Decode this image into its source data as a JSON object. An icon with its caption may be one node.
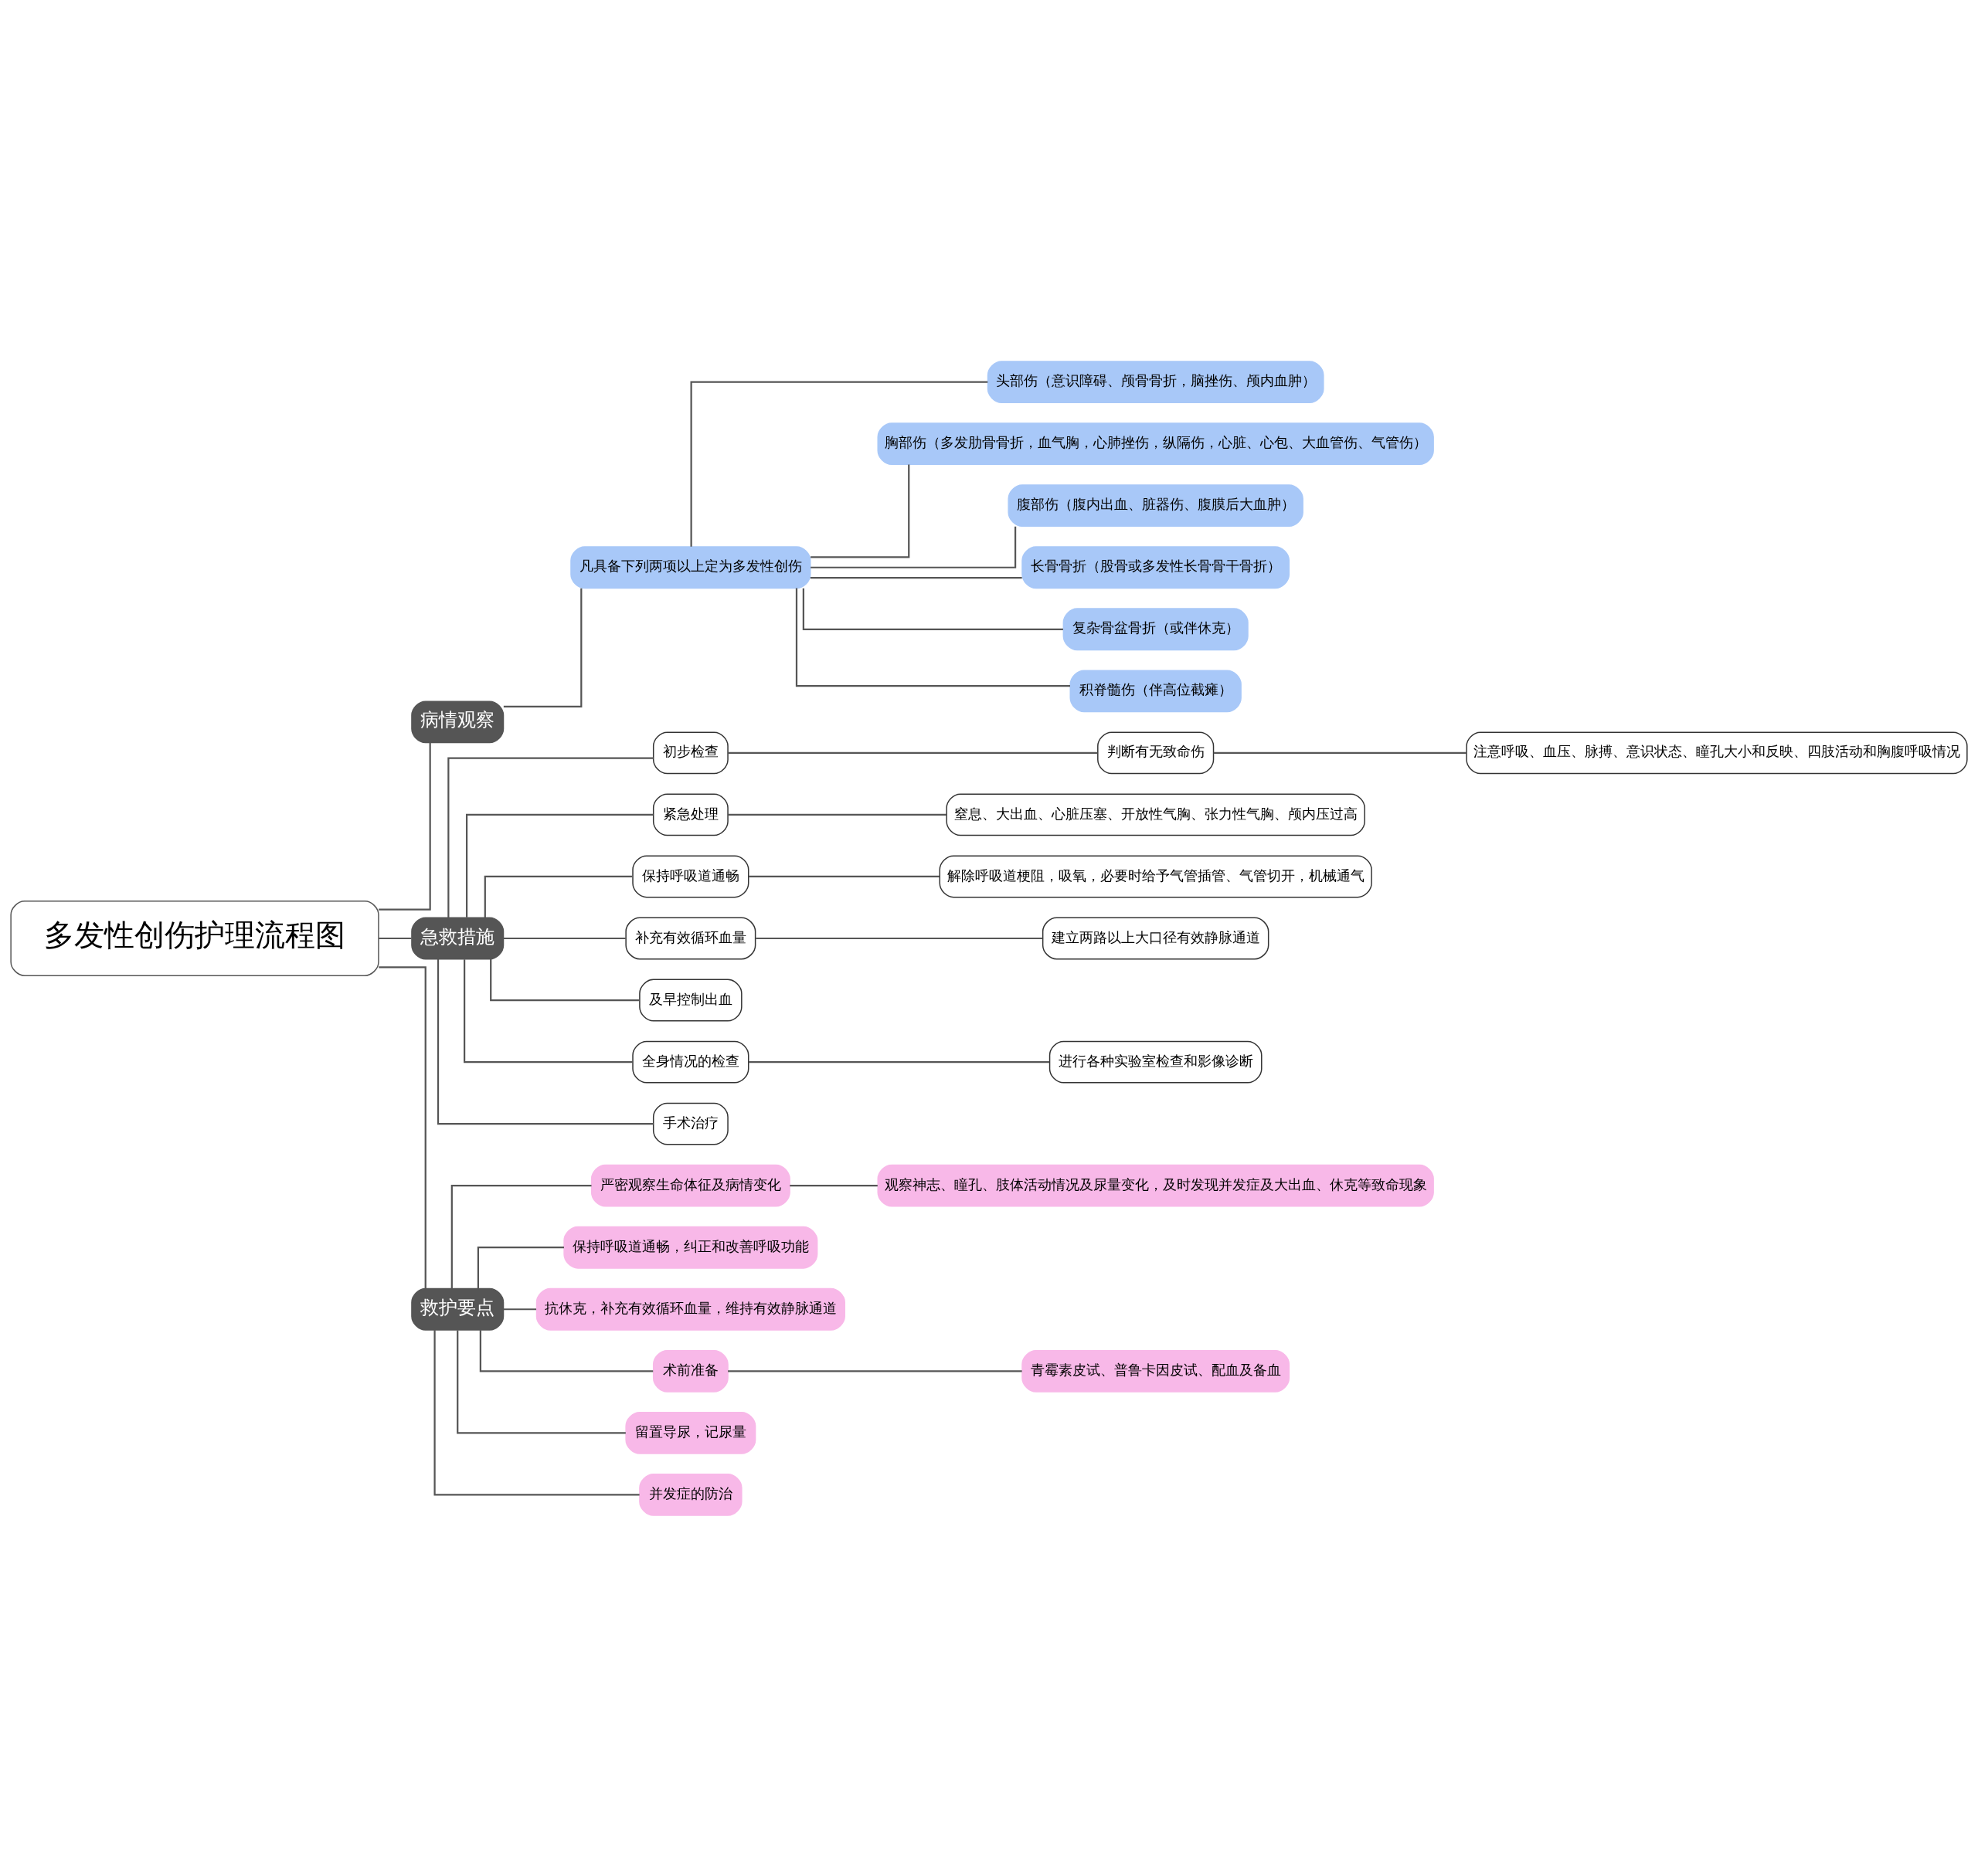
{
  "diagram": {
    "nodes": [
      {
        "text": [
          "多发性创伤护理流程图"
        ]
      },
      {
        "text": [
          "病情观察"
        ]
      },
      {
        "text": [
          "凡具备下列两项以上定为多发性创伤"
        ]
      },
      {
        "text": [
          "头部伤（意识障碍、颅骨骨折，脑挫伤、颅内血肿）"
        ]
      },
      {
        "text": [
          "胸部伤（多发肋骨骨折，血气胸，心肺挫伤，纵隔伤，心脏、心包、大血管伤、气管伤）"
        ]
      },
      {
        "text": [
          "腹部伤（腹内出血、脏器伤、腹膜后大血肿）"
        ]
      },
      {
        "text": [
          "长骨骨折（股骨或多发性长骨骨干骨折）"
        ]
      },
      {
        "text": [
          "复杂骨盆骨折（或伴休克）"
        ]
      },
      {
        "text": [
          "积脊髓伤（伴高位截瘫）"
        ]
      },
      {
        "text": [
          "急救措施"
        ]
      },
      {
        "text": [
          "初步检查"
        ]
      },
      {
        "text": [
          "判断有无致命伤"
        ]
      },
      {
        "text": [
          "注意呼吸、血压、脉搏、意识状态、瞳孔大小和反映、四肢活动和胸腹呼吸情况"
        ]
      },
      {
        "text": [
          "紧急处理"
        ]
      },
      {
        "text": [
          "窒息、大出血、心脏压塞、开放性气胸、张力性气胸、颅内压过高"
        ]
      },
      {
        "text": [
          "保持呼吸道通畅"
        ]
      },
      {
        "text": [
          "解除呼吸道梗阻，吸氧，必要时给予气管插管、气管切开，机械通气"
        ]
      },
      {
        "text": [
          "补充有效循环血量"
        ]
      },
      {
        "text": [
          "建立两路以上大口径有效静脉通道"
        ]
      },
      {
        "text": [
          "及早控制出血"
        ]
      },
      {
        "text": [
          "全身情况的检查"
        ]
      },
      {
        "text": [
          "进行各种实验室检查和影像诊断"
        ]
      },
      {
        "text": [
          "手术治疗"
        ]
      },
      {
        "text": [
          "救护要点"
        ]
      },
      {
        "text": [
          "严密观察生命体征及病情变化"
        ]
      },
      {
        "text": [
          "观察神志、瞳孔、肢体活动情况及尿量变化，及时发现并发症及大出血、休克等致命现象"
        ]
      },
      {
        "text": [
          "保持呼吸道通畅，纠正和改善呼吸功能"
        ]
      },
      {
        "text": [
          "抗休克，补充有效循环血量，维持有效静脉通道"
        ]
      },
      {
        "text": [
          "术前准备"
        ]
      },
      {
        "text": [
          "青霉素皮试、普鲁卡因皮试、配血及备血"
        ]
      },
      {
        "text": [
          "留置导尿，记尿量"
        ]
      },
      {
        "text": [
          "并发症的防治"
        ]
      }
    ],
    "edges": [
      {
        "from": 0,
        "to": 1,
        "arrow": "none"
      },
      {
        "from": 1,
        "to": 2,
        "arrow": "none"
      },
      {
        "from": 2,
        "to": 3,
        "arrow": "none"
      },
      {
        "from": 2,
        "to": 4,
        "arrow": "none"
      },
      {
        "from": 2,
        "to": 5,
        "arrow": "none"
      },
      {
        "from": 2,
        "to": 6,
        "arrow": "none"
      },
      {
        "from": 2,
        "to": 7,
        "arrow": "none"
      },
      {
        "from": 2,
        "to": 8,
        "arrow": "none"
      },
      {
        "from": 0,
        "to": 9,
        "arrow": "none"
      },
      {
        "from": 9,
        "to": 10,
        "arrow": "none"
      },
      {
        "from": 10,
        "to": 11,
        "arrow": "none"
      },
      {
        "from": 11,
        "to": 12,
        "arrow": "none"
      },
      {
        "from": 9,
        "to": 13,
        "arrow": "none"
      },
      {
        "from": 13,
        "to": 14,
        "arrow": "none"
      },
      {
        "from": 9,
        "to": 15,
        "arrow": "none"
      },
      {
        "from": 15,
        "to": 16,
        "arrow": "none"
      },
      {
        "from": 9,
        "to": 17,
        "arrow": "none"
      },
      {
        "from": 17,
        "to": 18,
        "arrow": "none"
      },
      {
        "from": 9,
        "to": 19,
        "arrow": "none"
      },
      {
        "from": 9,
        "to": 20,
        "arrow": "none"
      },
      {
        "from": 20,
        "to": 21,
        "arrow": "none"
      },
      {
        "from": 9,
        "to": 22,
        "arrow": "none"
      },
      {
        "from": 0,
        "to": 23,
        "arrow": "none"
      },
      {
        "from": 23,
        "to": 24,
        "arrow": "none"
      },
      {
        "from": 24,
        "to": 25,
        "arrow": "none"
      },
      {
        "from": 23,
        "to": 26,
        "arrow": "none"
      },
      {
        "from": 23,
        "to": 27,
        "arrow": "none"
      },
      {
        "from": 23,
        "to": 28,
        "arrow": "none"
      },
      {
        "from": 28,
        "to": 29,
        "arrow": "none"
      },
      {
        "from": 23,
        "to": 30,
        "arrow": "none"
      },
      {
        "from": 23,
        "to": 31,
        "arrow": "none"
      }
    ]
  }
}
